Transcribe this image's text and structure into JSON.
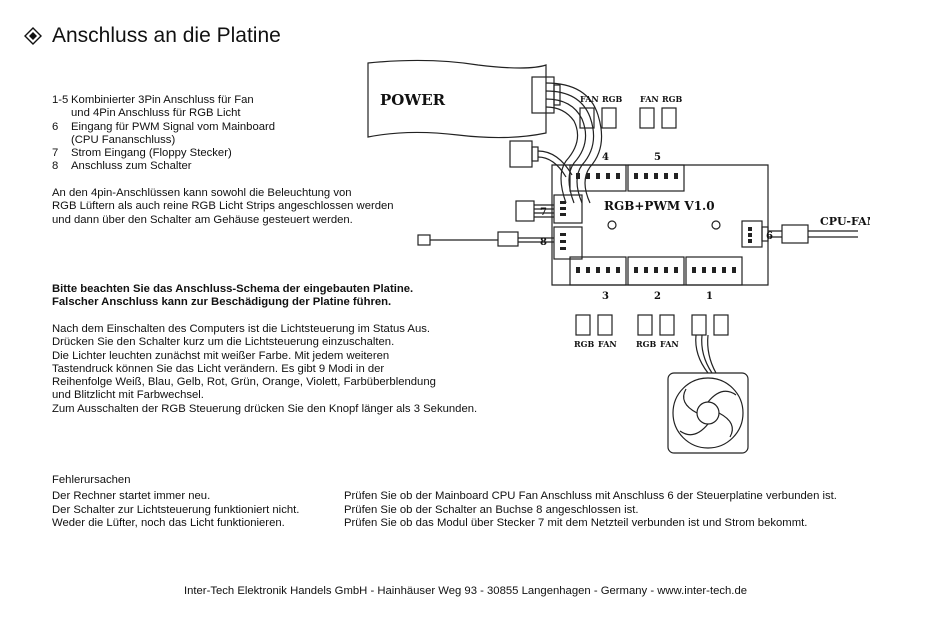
{
  "heading": {
    "title": "Anschluss an die Platine",
    "icon": "diamond-bullet-icon"
  },
  "legend": [
    {
      "num": "1-5",
      "text": "Kombinierter 3Pin Anschluss für Fan"
    },
    {
      "num": "",
      "text": "und 4Pin Anschluss für RGB Licht"
    },
    {
      "num": "6",
      "text": "Eingang für PWM Signal vom Mainboard"
    },
    {
      "num": "",
      "text": "(CPU Fananschluss)"
    },
    {
      "num": "7",
      "text": "Strom Eingang (Floppy Stecker)"
    },
    {
      "num": "8",
      "text": "Anschluss zum Schalter"
    }
  ],
  "info_paragraph": [
    "An den 4pin-Anschlüssen kann sowohl die Beleuchtung von",
    "RGB Lüftern als auch reine RGB Licht Strips angeschlossen werden",
    "und dann über den Schalter am Gehäuse gesteuert werden."
  ],
  "warning": [
    "Bitte beachten Sie das Anschluss-Schema der eingebauten Platine.",
    "Falscher Anschluss kann zur Beschädigung der Platine führen."
  ],
  "instructions": [
    "Nach dem Einschalten des Computers ist die Lichtsteuerung im Status Aus.",
    "Drücken Sie den Schalter kurz um die Lichtsteuerung einzuschalten.",
    "Die Lichter leuchten zunächst mit weißer Farbe. Mit jedem weiteren",
    "Tastendruck können Sie das Licht verändern. Es gibt 9 Modi in der",
    "Reihenfolge Weiß, Blau, Gelb, Rot, Grün, Orange, Violett, Farbüberblendung",
    "und Blitzlicht mit Farbwechsel.",
    "Zum Ausschalten der RGB Steuerung drücken Sie den Knopf länger als 3 Sekunden."
  ],
  "troubleshooting": {
    "title": "Fehlerursachen",
    "problems": [
      "Der Rechner startet immer neu.",
      "Der Schalter zur Lichtsteuerung funktioniert nicht.",
      "Weder die Lüfter, noch das Licht funktionieren."
    ],
    "solutions": [
      "Prüfen Sie ob der Mainboard CPU Fan Anschluss mit Anschluss 6 der Steuerplatine verbunden ist.",
      "Prüfen Sie ob der Schalter an Buchse 8 angeschlossen ist.",
      "Prüfen Sie ob das Modul über Stecker 7 mit dem Netzteil verbunden ist und Strom bekommt."
    ]
  },
  "diagram": {
    "power_label": "POWER",
    "board_label": "RGB+PWM V1.0",
    "cpu_fan_label": "CPU-FAN",
    "fan_label": "FAN",
    "rgb_label": "RGB",
    "port_numbers": {
      "p1": "1",
      "p2": "2",
      "p3": "3",
      "p4": "4",
      "p5": "5",
      "p6": "6",
      "p7": "7",
      "p8": "8"
    }
  },
  "footer": "Inter-Tech Elektronik Handels GmbH - Hainhäuser Weg 93 - 30855 Langenhagen - Germany - www.inter-tech.de"
}
